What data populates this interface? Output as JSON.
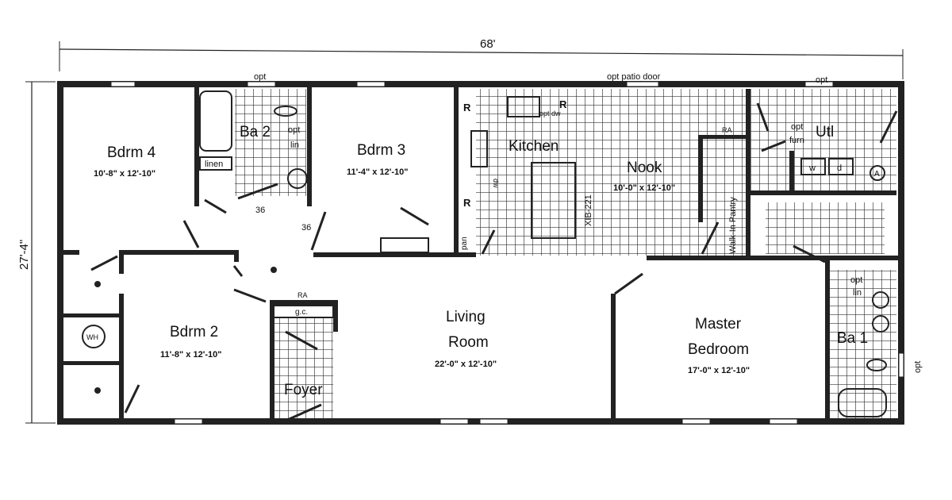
{
  "dimensions": {
    "width": "68'",
    "depth": "27'-4\""
  },
  "rooms": {
    "bdrm4": {
      "name": "Bdrm 4",
      "size": "10'-8\" x 12'-10\""
    },
    "bdrm3": {
      "name": "Bdrm 3",
      "size": "11'-4\" x 12'-10\""
    },
    "bdrm2": {
      "name": "Bdrm 2",
      "size": "11'-8\" x 12'-10\""
    },
    "ba2": {
      "name": "Ba 2"
    },
    "ba1": {
      "name": "Ba 1"
    },
    "kitchen": {
      "name": "Kitchen"
    },
    "nook": {
      "name": "Nook",
      "size": "10'-0\" x 12'-10\""
    },
    "utl": {
      "name": "Utl"
    },
    "living": {
      "name_line1": "Living",
      "name_line2": "Room",
      "size": "22'-0\" x 12'-10\""
    },
    "master": {
      "name_line1": "Master",
      "name_line2": "Bedroom",
      "size": "17'-0\" x 12'-10\""
    },
    "foyer": {
      "name": "Foyer"
    },
    "pantry": {
      "name": "Walk-In Pantry"
    }
  },
  "annotations": {
    "opt_top_ba2": "opt",
    "opt_patio": "opt patio door",
    "opt_top_utl": "opt",
    "opt_lin_ba2_1": "opt",
    "opt_lin_ba2_2": "lin",
    "linen": "linen",
    "door36_a": "36",
    "door36_b": "36",
    "fridge_r1": "R",
    "fridge_r2": "R",
    "fridge_r3": "R",
    "opt_dw": "opt dw",
    "dw": "dw",
    "pan": "pan",
    "island": "XIB-221",
    "ra_nook": "RA",
    "opt_furn_1": "opt",
    "opt_furn_2": "furn",
    "washer": "w",
    "dryer": "d",
    "water_heater_utl": "A",
    "ra_foyer": "RA",
    "gc": "g.c.",
    "wh": "WH",
    "opt_lin_ba1_1": "opt",
    "opt_lin_ba1_2": "lin",
    "opt_side": "opt"
  }
}
